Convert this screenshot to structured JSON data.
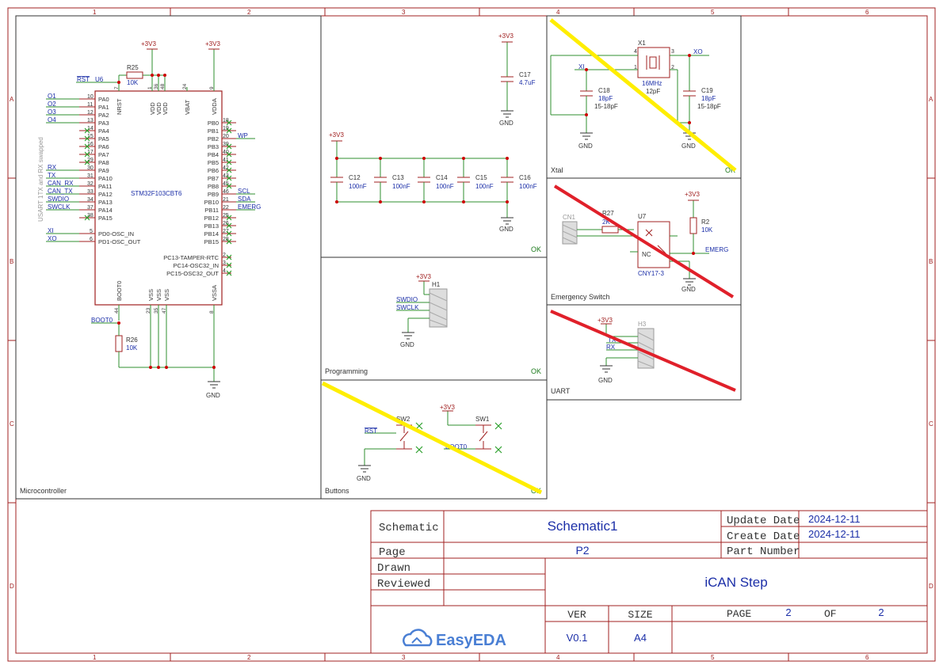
{
  "colors": {
    "frame": "#a02020",
    "wire": "#2f8f2f",
    "part": "#a02020",
    "net": "#1c2fa8",
    "label": "#333333",
    "pin": "#333333",
    "yellow": "#ffee00",
    "red": "#e0202a",
    "ok": "#1d7a1d"
  },
  "border": {
    "cols": [
      "1",
      "2",
      "3",
      "4",
      "5",
      "6"
    ],
    "rows": [
      "A",
      "B",
      "C",
      "D"
    ]
  },
  "sections": {
    "microcontroller": "Microcontroller",
    "xtal": "Xtal",
    "emergency": "Emergency Switch",
    "uart": "UART",
    "programming": "Programming",
    "buttons": "Buttons",
    "ok": "OK"
  },
  "power": {
    "v33": "+3V3",
    "gnd": "GND"
  },
  "mcu": {
    "ref": "U6",
    "name": "STM32F103CBT6",
    "note": "USART 1TX and RX swapped",
    "top_pins": [
      "NRST",
      "VDD",
      "VDD",
      "VDD",
      "VBAT",
      "VDDA"
    ],
    "top_pin_nums": [
      "7",
      "1",
      "36",
      "48",
      "24",
      "9"
    ],
    "bottom_pins": [
      "BOOT0",
      "VSS",
      "VSS",
      "VSS",
      "VSSA"
    ],
    "bottom_pin_nums": [
      "44",
      "23",
      "35",
      "47",
      "8"
    ],
    "left_pins": [
      {
        "num": "10",
        "name": "PA0",
        "net": "O1"
      },
      {
        "num": "11",
        "name": "PA1",
        "net": "O2"
      },
      {
        "num": "12",
        "name": "PA2",
        "net": "O3"
      },
      {
        "num": "13",
        "name": "PA3",
        "net": "O4"
      },
      {
        "num": "14",
        "name": "PA4",
        "net": ""
      },
      {
        "num": "15",
        "name": "PA5",
        "net": ""
      },
      {
        "num": "16",
        "name": "PA6",
        "net": ""
      },
      {
        "num": "17",
        "name": "PA7",
        "net": ""
      },
      {
        "num": "29",
        "name": "PA8",
        "net": ""
      },
      {
        "num": "30",
        "name": "PA9",
        "net": "RX"
      },
      {
        "num": "31",
        "name": "PA10",
        "net": "TX"
      },
      {
        "num": "32",
        "name": "PA11",
        "net": "CAN_RX"
      },
      {
        "num": "33",
        "name": "PA12",
        "net": "CAN_TX"
      },
      {
        "num": "34",
        "name": "PA13",
        "net": "SWDIO"
      },
      {
        "num": "37",
        "name": "PA14",
        "net": "SWCLK"
      },
      {
        "num": "38",
        "name": "PA15",
        "net": ""
      }
    ],
    "osc_pins": [
      {
        "num": "5",
        "name": "PD0-OSC_IN",
        "net": "XI"
      },
      {
        "num": "6",
        "name": "PD1-OSC_OUT",
        "net": "XO"
      }
    ],
    "right_pins": [
      {
        "num": "18",
        "name": "PB0",
        "net": ""
      },
      {
        "num": "19",
        "name": "PB1",
        "net": ""
      },
      {
        "num": "20",
        "name": "PB2",
        "net": "WP"
      },
      {
        "num": "39",
        "name": "PB3",
        "net": ""
      },
      {
        "num": "40",
        "name": "PB4",
        "net": ""
      },
      {
        "num": "41",
        "name": "PB5",
        "net": ""
      },
      {
        "num": "42",
        "name": "PB6",
        "net": ""
      },
      {
        "num": "43",
        "name": "PB7",
        "net": ""
      },
      {
        "num": "45",
        "name": "PB8",
        "net": ""
      },
      {
        "num": "46",
        "name": "PB9",
        "net": "SCL"
      },
      {
        "num": "21",
        "name": "PB10",
        "net": "SDA"
      },
      {
        "num": "22",
        "name": "PB11",
        "net": "EMERG"
      },
      {
        "num": "25",
        "name": "PB12",
        "net": ""
      },
      {
        "num": "26",
        "name": "PB13",
        "net": ""
      },
      {
        "num": "27",
        "name": "PB14",
        "net": ""
      },
      {
        "num": "28",
        "name": "PB15",
        "net": ""
      }
    ],
    "pc_pins": [
      {
        "num": "2",
        "name": "PC13-TAMPER-RTC"
      },
      {
        "num": "3",
        "name": "PC14-OSC32_IN"
      },
      {
        "num": "4",
        "name": "PC15-OSC32_OUT"
      }
    ],
    "rst_net": "RST",
    "boot_net": "BOOT0",
    "r25": {
      "ref": "R25",
      "val": "10K"
    },
    "r26": {
      "ref": "R26",
      "val": "10K"
    }
  },
  "caps_bank": [
    {
      "ref": "C12",
      "val": "100nF"
    },
    {
      "ref": "C13",
      "val": "100nF"
    },
    {
      "ref": "C14",
      "val": "100nF"
    },
    {
      "ref": "C15",
      "val": "100nF"
    },
    {
      "ref": "C16",
      "val": "100nF"
    }
  ],
  "c17": {
    "ref": "C17",
    "val": "4.7uF"
  },
  "xtal": {
    "ref": "X1",
    "val": "16MHz",
    "load": "12pF",
    "xi": "XI",
    "xo": "XO",
    "c18": {
      "ref": "C18",
      "val": "18pF",
      "alt": "15-18pF"
    },
    "c19": {
      "ref": "C19",
      "val": "18pF",
      "alt": "15-18pF"
    }
  },
  "emergency": {
    "cn": "CN1",
    "r27": {
      "ref": "R27",
      "val": "2K"
    },
    "u7": {
      "ref": "U7",
      "val": "CNY17-3",
      "nc": "NC"
    },
    "r2": {
      "ref": "R2",
      "val": "10K"
    },
    "net": "EMERG"
  },
  "uart": {
    "ref": "H3",
    "tx": "TX",
    "rx": "RX"
  },
  "programming": {
    "ref": "H1",
    "swdio": "SWDIO",
    "swclk": "SWCLK"
  },
  "buttons": {
    "sw2": "SW2",
    "sw1": "SW1",
    "rst": "RST",
    "boot0": "BOOT0"
  },
  "title_block": {
    "schematic_label": "Schematic",
    "schematic_value": "Schematic1",
    "page_label": "Page",
    "page_value": "P2",
    "drawn_label": "Drawn",
    "reviewed_label": "Reviewed",
    "update_label": "Update Date",
    "update_value": "2024-12-11",
    "create_label": "Create Date",
    "create_value": "2024-12-11",
    "part_label": "Part Number",
    "part_value": "",
    "project": "iCAN Step",
    "ver_label": "VER",
    "ver_value": "V0.1",
    "size_label": "SIZE",
    "size_value": "A4",
    "pg_label": "PAGE",
    "pg_value": "2",
    "of_label": "OF",
    "of_value": "2",
    "logo": "EasyEDA"
  }
}
